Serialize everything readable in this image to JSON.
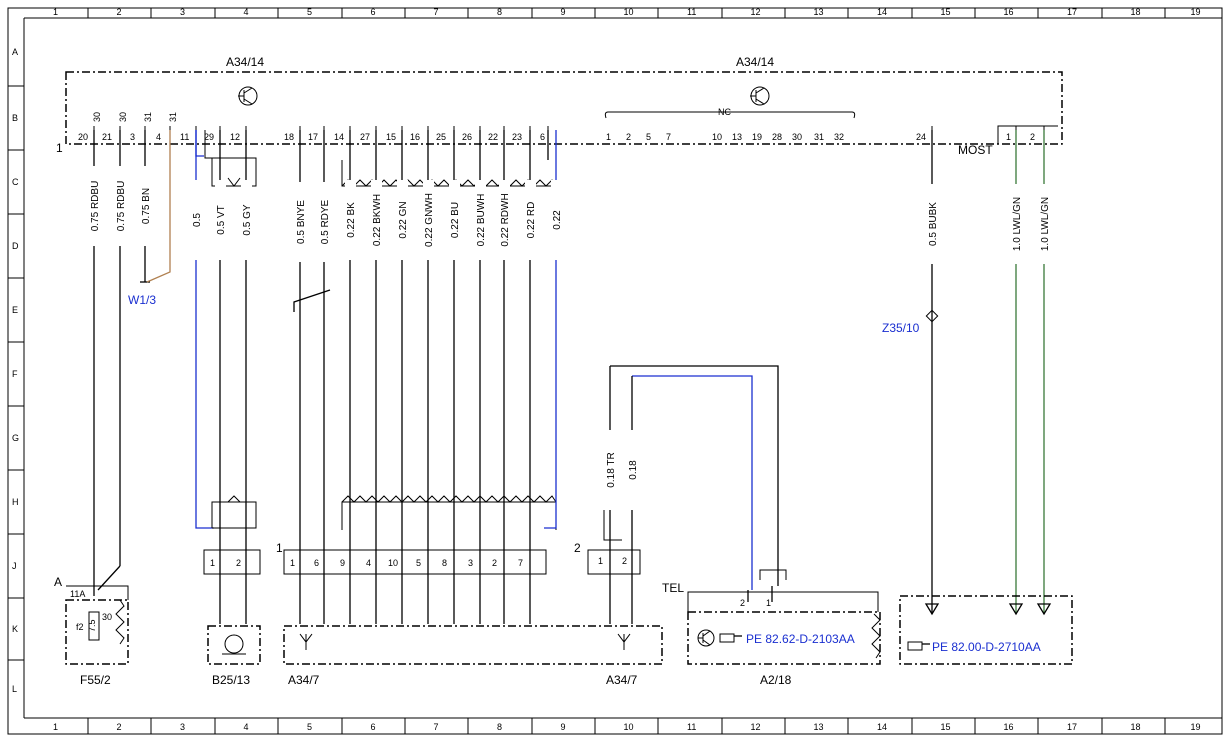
{
  "grid": {
    "columns": [
      "1",
      "2",
      "3",
      "4",
      "5",
      "6",
      "7",
      "8",
      "9",
      "10",
      "11",
      "12",
      "13",
      "14",
      "15",
      "16",
      "17",
      "18",
      "19"
    ],
    "rows": [
      "A",
      "B",
      "C",
      "D",
      "E",
      "F",
      "G",
      "H",
      "J",
      "K",
      "L"
    ]
  },
  "components": {
    "a34_14_left": "A34/14",
    "a34_14_right": "A34/14",
    "nc": "NC",
    "most": "MOST",
    "w1_3": "W1/3",
    "z35_10": "Z35/10",
    "f55_2": "F55/2",
    "b25_13": "B25/13",
    "a34_7_left": "A34/7",
    "a34_7_right": "A34/7",
    "a2_18": "A2/18",
    "tel": "TEL",
    "ref_a2_18": "PE 82.62-D-2103AA",
    "ref_most": "PE 82.00-D-2710AA",
    "marker_1": "1",
    "marker_1b": "1",
    "marker_2": "2",
    "marker_A": "A",
    "fuse_11a": "11A",
    "fuse_f2": "f2",
    "fuse_75": "7.5",
    "fuse_30": "30"
  },
  "pins_top": [
    "20",
    "21",
    "3",
    "4",
    "11",
    "29",
    "12",
    "18",
    "17",
    "14",
    "27",
    "15",
    "16",
    "25",
    "26",
    "22",
    "23",
    "6",
    "1",
    "2",
    "5",
    "7",
    "10",
    "13",
    "19",
    "28",
    "30",
    "31",
    "32",
    "24",
    "1",
    "2"
  ],
  "pins_sub": [
    "30",
    "30",
    "31",
    "31"
  ],
  "pins_b25": [
    "1",
    "2"
  ],
  "pins_a34_7": [
    "1",
    "6",
    "9",
    "4",
    "10",
    "5",
    "8",
    "3",
    "2",
    "7"
  ],
  "pins_conn2": [
    "1",
    "2"
  ],
  "pins_a2_18": [
    "2",
    "1"
  ],
  "wires": [
    "0.75 RDBU",
    "0.75 RDBU",
    "0.75 BN",
    "0.5",
    "0.5 VT",
    "0.5 GY",
    "0.5 BNYE",
    "0.5 RDYE",
    "0.22 BK",
    "0.22 BKWH",
    "0.22 GN",
    "0.22 GNWH",
    "0.22 BU",
    "0.22 BUWH",
    "0.22 RDWH",
    "0.22 RD",
    "0.22",
    "0.18 TR",
    "0.18",
    "0.5 BUBK",
    "1.0 LWL/GN",
    "1.0 LWL/GN"
  ]
}
